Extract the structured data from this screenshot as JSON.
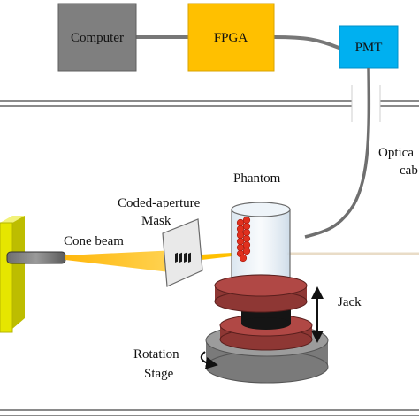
{
  "boxes": {
    "computer": {
      "label": "Computer",
      "color": "#7f7f7f"
    },
    "fpga": {
      "label": "FPGA",
      "color": "#ffc000"
    },
    "pmt": {
      "label": "PMT",
      "color": "#00b0f0"
    }
  },
  "labels": {
    "optical_cable_line1": "Optica",
    "optical_cable_line2": "cab",
    "phantom": "Phantom",
    "mask_line1": "Coded-aperture",
    "mask_line2": "Mask",
    "cone_beam": "Cone beam",
    "jack": "Jack",
    "rotation_stage_line1": "Rotation",
    "rotation_stage_line2": "Stage"
  },
  "colors": {
    "source": "#e6e600",
    "beam": "#ffc000",
    "stage_red": "#a0413f",
    "stage_gray": "#8c8c8c",
    "phantom_rods": "#e0301e",
    "outline": "#555555"
  }
}
